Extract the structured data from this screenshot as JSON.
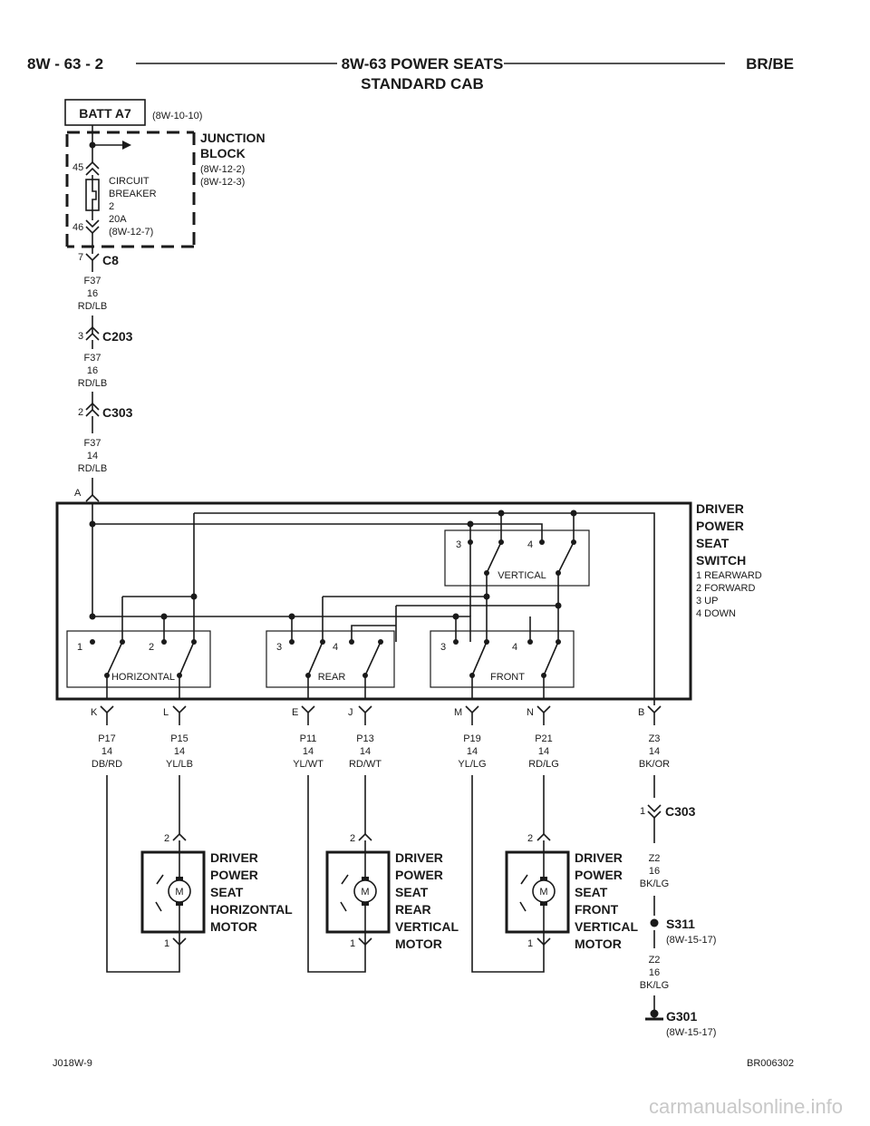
{
  "header": {
    "left": "8W - 63 - 2",
    "title_line1": "8W-63 POWER SEATS",
    "title_line2": "STANDARD CAB",
    "right": "BR/BE"
  },
  "source": {
    "box": "BATT A7",
    "ref": "(8W-10-10)"
  },
  "junction_block": {
    "title1": "JUNCTION",
    "title2": "BLOCK",
    "ref1": "(8W-12-2)",
    "ref2": "(8W-12-3)",
    "pin_top": "45",
    "pin_bottom": "46",
    "breaker": [
      "CIRCUIT",
      "BREAKER",
      "2",
      "20A",
      "(8W-12-7)"
    ]
  },
  "feed": {
    "c8_pin": "7",
    "c8": "C8",
    "w1": [
      "F37",
      "16",
      "RD/LB"
    ],
    "c203_pin": "3",
    "c203": "C203",
    "w2": [
      "F37",
      "16",
      "RD/LB"
    ],
    "c303_pin": "2",
    "c303": "C303",
    "w3": [
      "F37",
      "14",
      "RD/LB"
    ],
    "switch_pin": "A"
  },
  "switch": {
    "title": [
      "DRIVER",
      "POWER",
      "SEAT",
      "SWITCH"
    ],
    "legend": [
      "1 REARWARD",
      "2 FORWARD",
      "3 UP",
      "4 DOWN"
    ],
    "vertical_label": "VERTICAL",
    "vertical_nums": [
      "3",
      "4"
    ],
    "sections": [
      {
        "label": "HORIZONTAL",
        "nums": [
          "1",
          "2"
        ]
      },
      {
        "label": "REAR",
        "nums": [
          "3",
          "4"
        ]
      },
      {
        "label": "FRONT",
        "nums": [
          "3",
          "4"
        ]
      }
    ]
  },
  "outputs": [
    {
      "pin": "K",
      "circuit": "P17",
      "gauge": "14",
      "color": "DB/RD"
    },
    {
      "pin": "L",
      "circuit": "P15",
      "gauge": "14",
      "color": "YL/LB"
    },
    {
      "pin": "E",
      "circuit": "P11",
      "gauge": "14",
      "color": "YL/WT"
    },
    {
      "pin": "J",
      "circuit": "P13",
      "gauge": "14",
      "color": "RD/WT"
    },
    {
      "pin": "M",
      "circuit": "P19",
      "gauge": "14",
      "color": "YL/LG"
    },
    {
      "pin": "N",
      "circuit": "P21",
      "gauge": "14",
      "color": "RD/LG"
    },
    {
      "pin": "B",
      "circuit": "Z3",
      "gauge": "14",
      "color": "BK/OR"
    }
  ],
  "motors": [
    {
      "title": [
        "DRIVER",
        "POWER",
        "SEAT",
        "HORIZONTAL",
        "MOTOR"
      ],
      "pin_top": "2",
      "pin_bottom": "1",
      "symbol": "M"
    },
    {
      "title": [
        "DRIVER",
        "POWER",
        "SEAT",
        "REAR",
        "VERTICAL",
        "MOTOR"
      ],
      "pin_top": "2",
      "pin_bottom": "1",
      "symbol": "M"
    },
    {
      "title": [
        "DRIVER",
        "POWER",
        "SEAT",
        "FRONT",
        "VERTICAL",
        "MOTOR"
      ],
      "pin_top": "2",
      "pin_bottom": "1",
      "symbol": "M"
    }
  ],
  "ground": {
    "c303_pin": "1",
    "c303": "C303",
    "w1": [
      "Z2",
      "16",
      "BK/LG"
    ],
    "splice": "S311",
    "splice_ref": "(8W-15-17)",
    "w2": [
      "Z2",
      "16",
      "BK/LG"
    ],
    "g": "G301",
    "g_ref": "(8W-15-17)"
  },
  "footer": {
    "left": "J018W-9",
    "right": "BR006302"
  },
  "watermark": "carmanualsonline.info"
}
